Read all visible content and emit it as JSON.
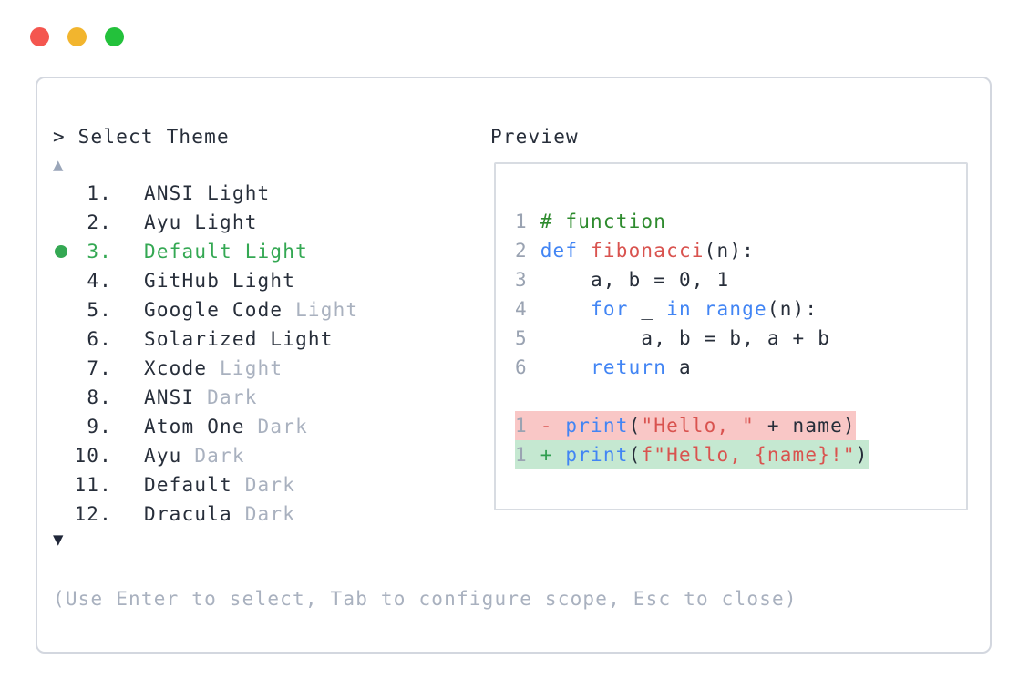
{
  "window": {
    "controls": [
      {
        "name": "close",
        "color": "#f4564f"
      },
      {
        "name": "minimize",
        "color": "#f2b52e"
      },
      {
        "name": "zoom",
        "color": "#23c13b"
      }
    ]
  },
  "theme_picker": {
    "prompt": "> Select Theme",
    "scroll_up": "▲",
    "scroll_down": "▼",
    "items": [
      {
        "number": "1.",
        "name": "ANSI",
        "variant": "Light",
        "variant_muted": false,
        "selected": false
      },
      {
        "number": "2.",
        "name": "Ayu",
        "variant": "Light",
        "variant_muted": false,
        "selected": false
      },
      {
        "number": "3.",
        "name": "Default",
        "variant": "Light",
        "variant_muted": false,
        "selected": true
      },
      {
        "number": "4.",
        "name": "GitHub",
        "variant": "Light",
        "variant_muted": false,
        "selected": false
      },
      {
        "number": "5.",
        "name": "Google Code",
        "variant": "Light",
        "variant_muted": true,
        "selected": false
      },
      {
        "number": "6.",
        "name": "Solarized",
        "variant": "Light",
        "variant_muted": false,
        "selected": false
      },
      {
        "number": "7.",
        "name": "Xcode",
        "variant": "Light",
        "variant_muted": true,
        "selected": false
      },
      {
        "number": "8.",
        "name": "ANSI",
        "variant": "Dark",
        "variant_muted": true,
        "selected": false
      },
      {
        "number": "9.",
        "name": "Atom One",
        "variant": "Dark",
        "variant_muted": true,
        "selected": false
      },
      {
        "number": "10.",
        "name": "Ayu",
        "variant": "Dark",
        "variant_muted": true,
        "selected": false
      },
      {
        "number": "11.",
        "name": "Default",
        "variant": "Dark",
        "variant_muted": true,
        "selected": false
      },
      {
        "number": "12.",
        "name": "Dracula",
        "variant": "Dark",
        "variant_muted": true,
        "selected": false
      }
    ],
    "help_text": "(Use Enter to select, Tab to configure scope, Esc to close)"
  },
  "preview": {
    "label": "Preview",
    "code_lines": [
      {
        "number": "1",
        "highlight": null,
        "tokens": [
          [
            "comment",
            "# function"
          ]
        ]
      },
      {
        "number": "2",
        "highlight": null,
        "tokens": [
          [
            "keyword",
            "def"
          ],
          [
            "plain",
            " "
          ],
          [
            "function",
            "fibonacci"
          ],
          [
            "plain",
            "(n):"
          ]
        ]
      },
      {
        "number": "3",
        "highlight": null,
        "tokens": [
          [
            "plain",
            "    a, b = 0, 1"
          ]
        ]
      },
      {
        "number": "4",
        "highlight": null,
        "tokens": [
          [
            "plain",
            "    "
          ],
          [
            "keyword",
            "for"
          ],
          [
            "plain",
            " _ "
          ],
          [
            "keyword",
            "in"
          ],
          [
            "plain",
            " "
          ],
          [
            "keyword",
            "range"
          ],
          [
            "plain",
            "(n):"
          ]
        ]
      },
      {
        "number": "5",
        "highlight": null,
        "tokens": [
          [
            "plain",
            "        a, b = b, a + b"
          ]
        ]
      },
      {
        "number": "6",
        "highlight": null,
        "tokens": [
          [
            "plain",
            "    "
          ],
          [
            "keyword",
            "return"
          ],
          [
            "plain",
            " a"
          ]
        ]
      },
      {
        "number": "",
        "highlight": null,
        "tokens": []
      },
      {
        "number": "1",
        "highlight": "removed",
        "tokens": [
          [
            "removed-sign",
            "-"
          ],
          [
            "plain",
            " "
          ],
          [
            "keyword",
            "print"
          ],
          [
            "plain",
            "("
          ],
          [
            "string",
            "\"Hello, \""
          ],
          [
            "plain",
            " + name)"
          ]
        ]
      },
      {
        "number": "1",
        "highlight": "added",
        "tokens": [
          [
            "added-sign",
            "+"
          ],
          [
            "plain",
            " "
          ],
          [
            "keyword",
            "print"
          ],
          [
            "plain",
            "("
          ],
          [
            "string",
            "f\"Hello, {name}!\""
          ],
          [
            "plain",
            ")"
          ]
        ]
      }
    ]
  },
  "colors": {
    "text_dark": "#272e3a",
    "text_muted": "#a9b1bf",
    "selected_green": "#34a853",
    "line_number": "#9aa3b2",
    "syntax_keyword": "#4285f4",
    "syntax_function": "#d9534f",
    "syntax_string": "#d9534f",
    "syntax_comment": "#2e8b2e",
    "diff_removed_bg": "#f9c7c6",
    "diff_added_bg": "#c5e8d1",
    "diff_removed_sign": "#d9534f",
    "diff_added_sign": "#2f9e4f",
    "scroll_up": "#9aa6b9",
    "scroll_down": "#202739",
    "panel_border": "#d3d7df",
    "preview_border": "#d8dce2"
  }
}
